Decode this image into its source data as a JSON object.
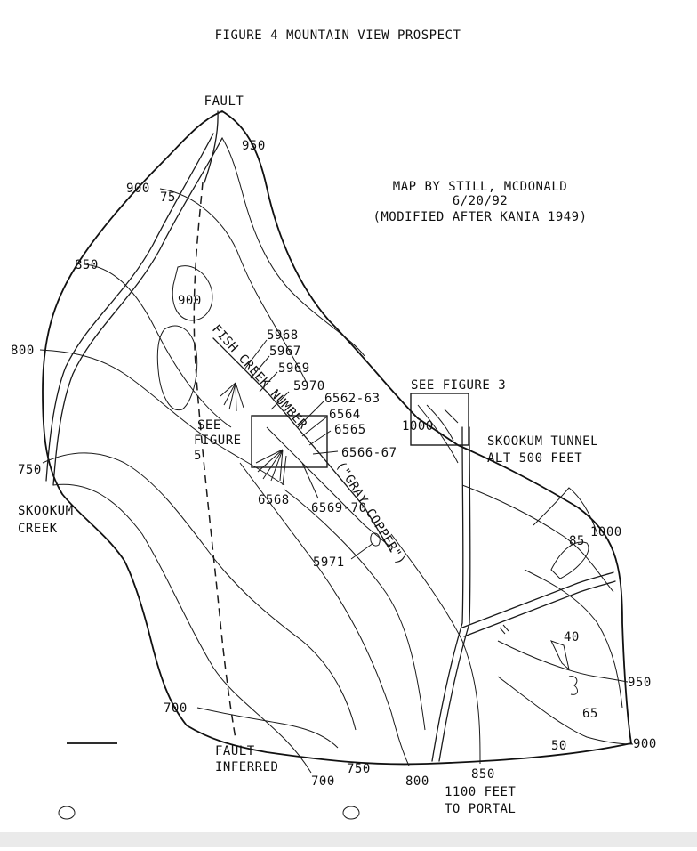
{
  "title": "FIGURE 4 MOUNTAIN VIEW PROSPECT",
  "credit": {
    "line1": "MAP BY STILL, MCDONALD",
    "line2": "6/20/92",
    "line3": "(MODIFIED AFTER KANIA 1949)"
  },
  "faults": {
    "fault": "FAULT",
    "inferred_line1": "FAULT",
    "inferred_line2": "INFERRED"
  },
  "creek": {
    "line1": "SKOOKUM",
    "line2": "CREEK"
  },
  "tunnel": {
    "line1": "SKOOKUM TUNNEL",
    "line2": "ALT 500 FEET"
  },
  "portal": {
    "line1": "1100 FEET",
    "line2": "TO PORTAL"
  },
  "see_figure_3": "SEE FIGURE 3",
  "see_figure_5": {
    "line1": "SEE",
    "line2": "FIGURE",
    "line3": "5"
  },
  "vein_labels": {
    "fish_creek": "FISH CREEK NUMBER",
    "gray_copper": "(\"GRAY COPPER\")"
  },
  "contours": {
    "c950_top": "950",
    "c900_top": "900",
    "c850_left": "850",
    "c900_knob": "900",
    "c800_left": "800",
    "c750_left": "750",
    "c700_bottom": "700",
    "c700_bottom2": "700",
    "c750_bottom": "750",
    "c800_bottom": "800",
    "c850_bottom": "850",
    "c1000_box": "1000",
    "c1000_right": "1000",
    "c950_right": "950",
    "c900_right": "900"
  },
  "dips": {
    "d75": "75",
    "d85": "85",
    "d40": "40",
    "d65": "65",
    "d50": "50"
  },
  "samples": [
    "5968",
    "5967",
    "5969",
    "5970",
    "6562-63",
    "6564",
    "6565",
    "6566-67",
    "6568",
    "6569-70",
    "5971"
  ]
}
